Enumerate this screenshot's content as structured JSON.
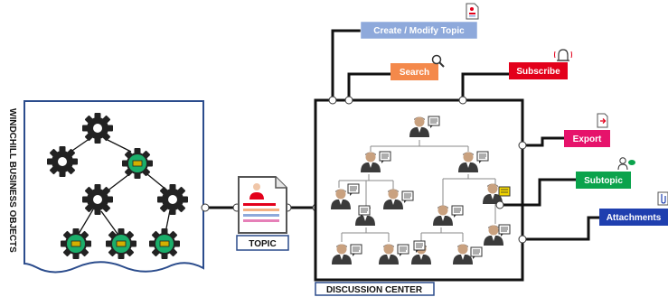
{
  "left_panel": {
    "title": "WINDCHILL BUSINESS OBJECTS"
  },
  "topic": {
    "label": "TOPIC"
  },
  "discussion": {
    "label": "DISCUSSION CENTER"
  },
  "actions": {
    "create": "Create / Modify Topic",
    "search": "Search",
    "subscribe": "Subscribe",
    "export": "Export",
    "subtopic": "Subtopic",
    "attachments": "Attachments"
  },
  "colors": {
    "create": "#8EA9DB",
    "search": "#F4894B",
    "subscribe": "#E3001B",
    "export": "#E6136B",
    "subtopic": "#0BA34C",
    "attachments": "#1F3FAF",
    "gear_dark": "#222222",
    "gear_green": "#1BAE6A",
    "border_blue": "#2B4C8C"
  },
  "icons": [
    "gear-icon",
    "document-icon",
    "person-icon",
    "chat-icon",
    "magnifier-icon",
    "bell-icon",
    "paperclip-icon"
  ]
}
